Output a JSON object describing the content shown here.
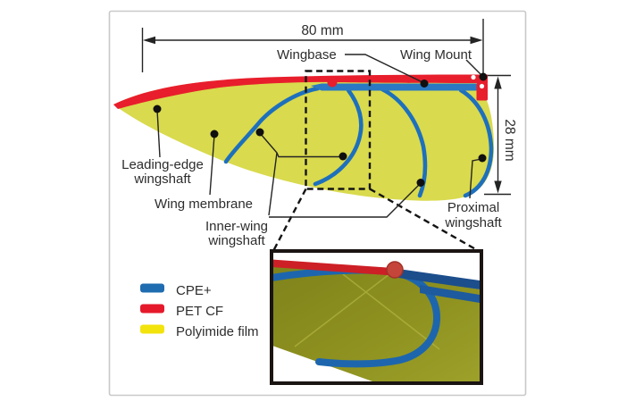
{
  "diagram": {
    "dim_width_label": "80 mm",
    "dim_height_label": "28 mm",
    "labels": {
      "wingbase": "Wingbase",
      "wing_mount": "Wing Mount",
      "leading_edge_1": "Leading-edge",
      "leading_edge_2": "wingshaft",
      "wing_membrane": "Wing membrane",
      "inner_wing_1": "Inner-wing",
      "inner_wing_2": "wingshaft",
      "proximal_1": "Proximal",
      "proximal_2": "wingshaft"
    },
    "colors": {
      "membrane_fill": "#d9da4d",
      "shaft_blue": "#1e70bc",
      "leading_edge_red": "#e81e2c",
      "inset_membrane": "#8c8f1e"
    }
  },
  "legend": {
    "items": [
      {
        "label": "CPE+",
        "color": "#1f6cb0"
      },
      {
        "label": "PET CF",
        "color": "#e6192b"
      },
      {
        "label": "Polyimide film",
        "color": "#f2e30d"
      }
    ]
  }
}
